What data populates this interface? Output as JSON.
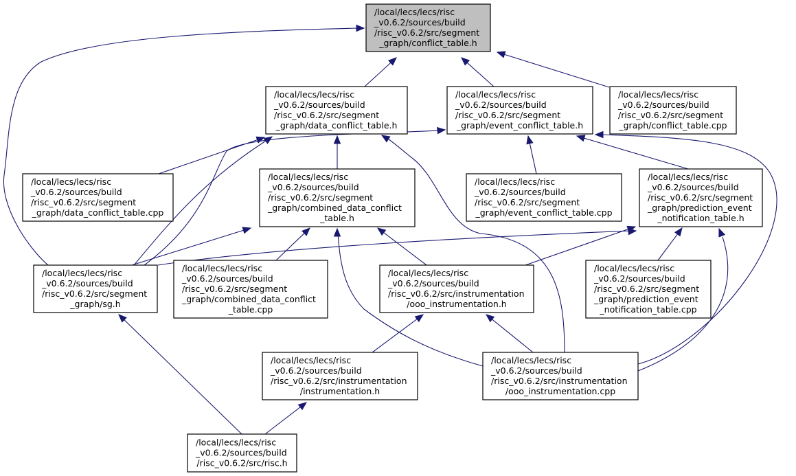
{
  "diagram": {
    "type": "include-dependency-graph",
    "root": "conflict_table_h",
    "nodes": [
      {
        "id": "conflict_table_h",
        "root": true,
        "lines": [
          "/local/lecs/lecs/risc",
          "_v0.6.2/sources/build",
          "/risc_v0.6.2/src/segment",
          "_graph/conflict_table.h"
        ]
      },
      {
        "id": "data_conflict_table_h",
        "lines": [
          "/local/lecs/lecs/risc",
          "_v0.6.2/sources/build",
          "/risc_v0.6.2/src/segment",
          "_graph/data_conflict_table.h"
        ]
      },
      {
        "id": "event_conflict_table_h",
        "lines": [
          "/local/lecs/lecs/risc",
          "_v0.6.2/sources/build",
          "/risc_v0.6.2/src/segment",
          "_graph/event_conflict_table.h"
        ]
      },
      {
        "id": "conflict_table_cpp",
        "lines": [
          "/local/lecs/lecs/risc",
          "_v0.6.2/sources/build",
          "/risc_v0.6.2/src/segment",
          "_graph/conflict_table.cpp"
        ]
      },
      {
        "id": "data_conflict_table_cpp",
        "lines": [
          "/local/lecs/lecs/risc",
          "_v0.6.2/sources/build",
          "/risc_v0.6.2/src/segment",
          "_graph/data_conflict_table.cpp"
        ]
      },
      {
        "id": "combined_data_conflict_table_h",
        "lines": [
          "/local/lecs/lecs/risc",
          "_v0.6.2/sources/build",
          "/risc_v0.6.2/src/segment",
          "_graph/combined_data_conflict",
          "_table.h"
        ]
      },
      {
        "id": "event_conflict_table_cpp",
        "lines": [
          "/local/lecs/lecs/risc",
          "_v0.6.2/sources/build",
          "/risc_v0.6.2/src/segment",
          "_graph/event_conflict_table.cpp"
        ]
      },
      {
        "id": "prediction_event_notification_table_h",
        "lines": [
          "/local/lecs/lecs/risc",
          "_v0.6.2/sources/build",
          "/risc_v0.6.2/src/segment",
          "_graph/prediction_event",
          "_notification_table.h"
        ]
      },
      {
        "id": "sg_h",
        "lines": [
          "/local/lecs/lecs/risc",
          "_v0.6.2/sources/build",
          "/risc_v0.6.2/src/segment",
          "_graph/sg.h"
        ]
      },
      {
        "id": "combined_data_conflict_table_cpp",
        "lines": [
          "/local/lecs/lecs/risc",
          "_v0.6.2/sources/build",
          "/risc_v0.6.2/src/segment",
          "_graph/combined_data_conflict",
          "_table.cpp"
        ]
      },
      {
        "id": "ooo_instrumentation_h",
        "lines": [
          "/local/lecs/lecs/risc",
          "_v0.6.2/sources/build",
          "/risc_v0.6.2/src/instrumentation",
          "/ooo_instrumentation.h"
        ]
      },
      {
        "id": "prediction_event_notification_table_cpp",
        "lines": [
          "/local/lecs/lecs/risc",
          "_v0.6.2/sources/build",
          "/risc_v0.6.2/src/segment",
          "_graph/prediction_event",
          "_notification_table.cpp"
        ]
      },
      {
        "id": "instrumentation_h",
        "lines": [
          "/local/lecs/lecs/risc",
          "_v0.6.2/sources/build",
          "/risc_v0.6.2/src/instrumentation",
          "/instrumentation.h"
        ]
      },
      {
        "id": "ooo_instrumentation_cpp",
        "lines": [
          "/local/lecs/lecs/risc",
          "_v0.6.2/sources/build",
          "/risc_v0.6.2/src/instrumentation",
          "/ooo_instrumentation.cpp"
        ]
      },
      {
        "id": "risc_h",
        "lines": [
          "/local/lecs/lecs/risc",
          "_v0.6.2/sources/build",
          "/risc_v0.6.2/src/risc.h"
        ]
      }
    ],
    "edges": [
      {
        "from": "data_conflict_table_h",
        "to": "conflict_table_h"
      },
      {
        "from": "event_conflict_table_h",
        "to": "conflict_table_h"
      },
      {
        "from": "conflict_table_cpp",
        "to": "conflict_table_h"
      },
      {
        "from": "sg_h",
        "to": "conflict_table_h"
      },
      {
        "from": "data_conflict_table_cpp",
        "to": "data_conflict_table_h"
      },
      {
        "from": "combined_data_conflict_table_h",
        "to": "data_conflict_table_h"
      },
      {
        "from": "sg_h",
        "to": "data_conflict_table_h"
      },
      {
        "from": "ooo_instrumentation_cpp",
        "to": "data_conflict_table_h"
      },
      {
        "from": "event_conflict_table_cpp",
        "to": "event_conflict_table_h"
      },
      {
        "from": "prediction_event_notification_table_h",
        "to": "event_conflict_table_h"
      },
      {
        "from": "sg_h",
        "to": "event_conflict_table_h"
      },
      {
        "from": "ooo_instrumentation_cpp",
        "to": "event_conflict_table_h"
      },
      {
        "from": "sg_h",
        "to": "combined_data_conflict_table_h"
      },
      {
        "from": "combined_data_conflict_table_cpp",
        "to": "combined_data_conflict_table_h"
      },
      {
        "from": "ooo_instrumentation_h",
        "to": "combined_data_conflict_table_h"
      },
      {
        "from": "ooo_instrumentation_cpp",
        "to": "combined_data_conflict_table_h"
      },
      {
        "from": "sg_h",
        "to": "prediction_event_notification_table_h"
      },
      {
        "from": "ooo_instrumentation_h",
        "to": "prediction_event_notification_table_h"
      },
      {
        "from": "prediction_event_notification_table_cpp",
        "to": "prediction_event_notification_table_h"
      },
      {
        "from": "ooo_instrumentation_cpp",
        "to": "prediction_event_notification_table_h"
      },
      {
        "from": "risc_h",
        "to": "sg_h"
      },
      {
        "from": "instrumentation_h",
        "to": "ooo_instrumentation_h"
      },
      {
        "from": "ooo_instrumentation_cpp",
        "to": "ooo_instrumentation_h"
      },
      {
        "from": "risc_h",
        "to": "instrumentation_h"
      }
    ]
  }
}
